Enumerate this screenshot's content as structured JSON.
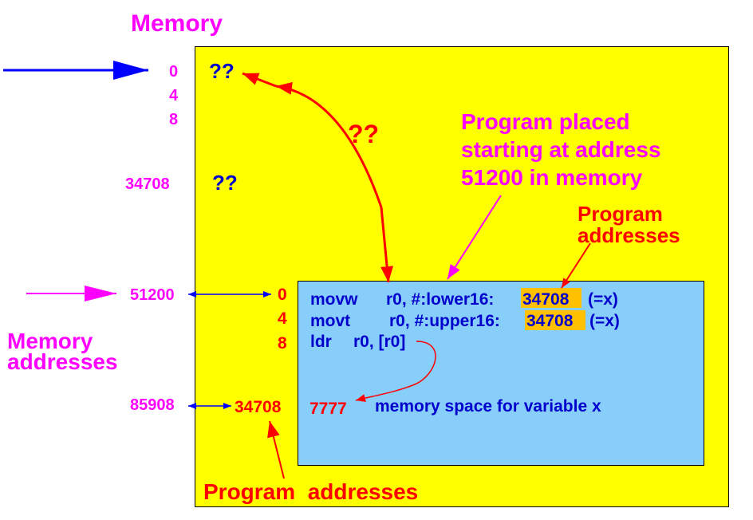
{
  "title": "Memory",
  "colors": {
    "memory_fill": "#ffff00",
    "program_fill": "#87cefa",
    "highlight": "#ffc000",
    "magenta": "#ff00ff",
    "red": "#ff0000",
    "blue": "#0000cc"
  },
  "memory_addresses": {
    "a0": "0",
    "a4": "4",
    "a8": "8",
    "a34708": "34708",
    "a51200": "51200",
    "a85908": "85908"
  },
  "unknown_values": {
    "top": "??",
    "mid": "??",
    "arc": "??"
  },
  "program_placed_note": {
    "line1": "Program placed",
    "line2": "starting at address",
    "line3": "51200 in memory"
  },
  "program_addresses_top": {
    "line1": "Program",
    "line2": "addresses"
  },
  "program_addresses_bottom": "Program  addresses",
  "memory_addresses_label": {
    "line1": "Memory",
    "line2": "addresses"
  },
  "program_offsets": {
    "o0": "0",
    "o4": "4",
    "o8": "8",
    "o34708": "34708"
  },
  "code": {
    "line1_op": "movw",
    "line1_args": "r0, #:lower16:",
    "line1_num": "34708",
    "line1_comment": "(=x)",
    "line2_op": "movt",
    "line2_args": "r0, #:upper16:",
    "line2_num": "34708",
    "line2_comment": "(=x)",
    "line3_op": "ldr",
    "line3_args": "r0, [r0]"
  },
  "variable": {
    "value": "7777",
    "description": "memory space for variable x"
  }
}
